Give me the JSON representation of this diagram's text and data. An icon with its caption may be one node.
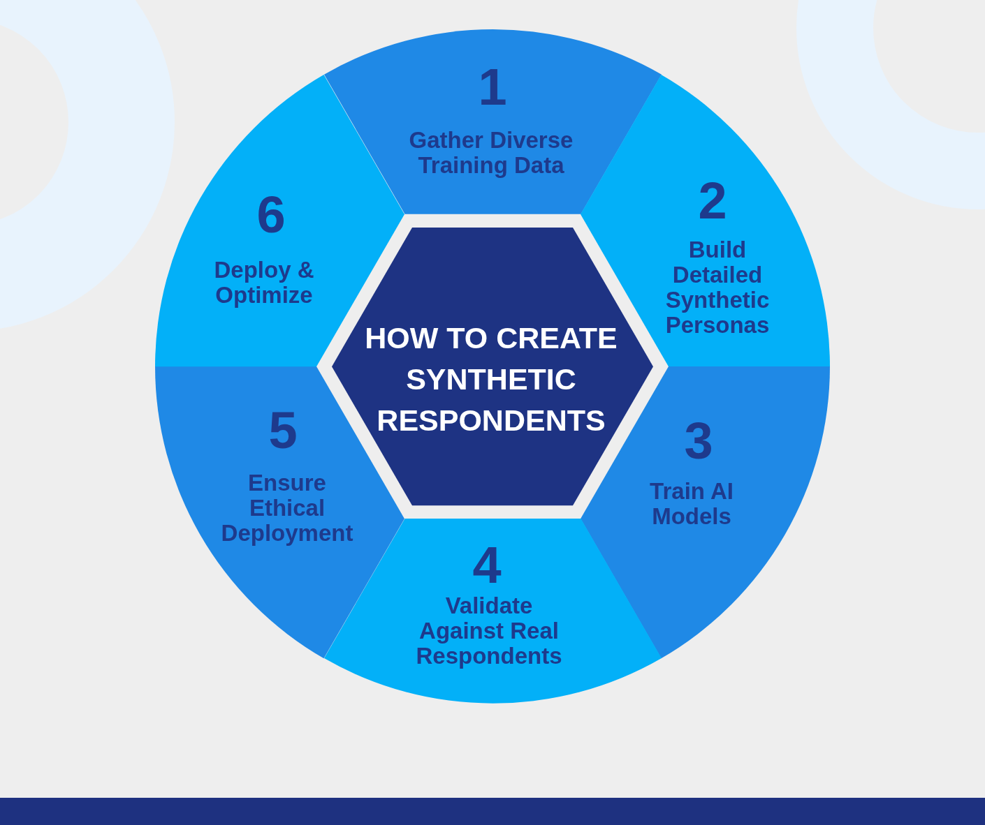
{
  "diagram": {
    "nodes": [
      {
        "text": [
          "HOW TO CREATE SYNTHETIC RESPONDENTS"
        ]
      },
      {
        "text": [
          "1",
          "Gather Diverse Training Data"
        ]
      },
      {
        "text": [
          "2",
          "Build Detailed Synthetic Personas"
        ]
      },
      {
        "text": [
          "3",
          "Train AI Models"
        ]
      },
      {
        "text": [
          "4",
          "Validate Against Real Respondents"
        ]
      },
      {
        "text": [
          "5",
          "Ensure Ethical Deployment"
        ]
      },
      {
        "text": [
          "6",
          "Deploy & Optimize"
        ]
      }
    ]
  }
}
